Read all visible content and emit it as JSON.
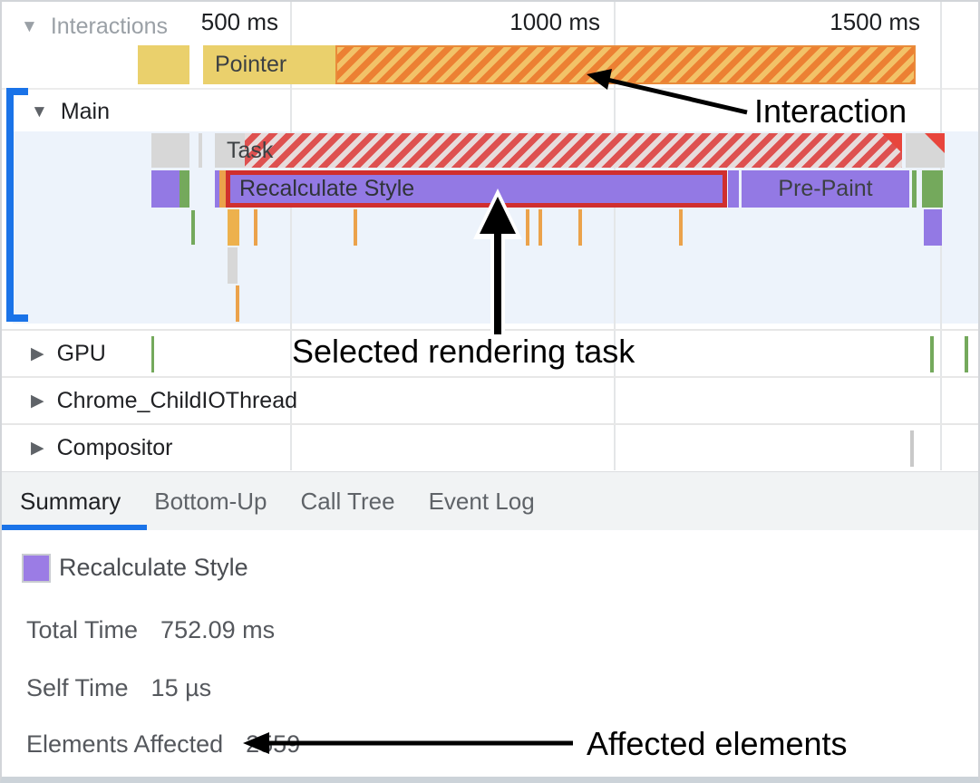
{
  "timeline": {
    "ticks": [
      {
        "label": "500 ms"
      },
      {
        "label": "1000 ms"
      },
      {
        "label": "1500 ms"
      }
    ]
  },
  "tracks": {
    "interactions": {
      "label": "Interactions",
      "pointer_label": "Pointer"
    },
    "main": {
      "label": "Main",
      "task_label": "Task",
      "selected_event_label": "Recalculate Style",
      "prepaint_label": "Pre-Paint"
    },
    "gpu": {
      "label": "GPU"
    },
    "child_io": {
      "label": "Chrome_ChildIOThread"
    },
    "compositor": {
      "label": "Compositor"
    }
  },
  "tabs": [
    {
      "label": "Summary",
      "active": true
    },
    {
      "label": "Bottom-Up",
      "active": false
    },
    {
      "label": "Call Tree",
      "active": false
    },
    {
      "label": "Event Log",
      "active": false
    }
  ],
  "summary_panel": {
    "event_name": "Recalculate Style",
    "rows": [
      {
        "label": "Total Time",
        "value": "752.09 ms"
      },
      {
        "label": "Self Time",
        "value": "15 µs"
      },
      {
        "label": "Elements Affected",
        "value": "2559"
      }
    ]
  },
  "annotations": {
    "interaction": "Interaction",
    "selected_task": "Selected rendering task",
    "affected_elements": "Affected elements"
  },
  "colors": {
    "accent_blue": "#1a73e8",
    "rendering_purple": "#9379e4",
    "gpu_green": "#74a95c",
    "interaction_yellow": "#ead06c",
    "interaction_stripe_orange": "#ec8033",
    "long_task_stripe_red": "#de5150",
    "selection_border_red": "#d02f2e",
    "script_orange": "#eba24b",
    "selected_track_bg": "#edf3fb"
  }
}
